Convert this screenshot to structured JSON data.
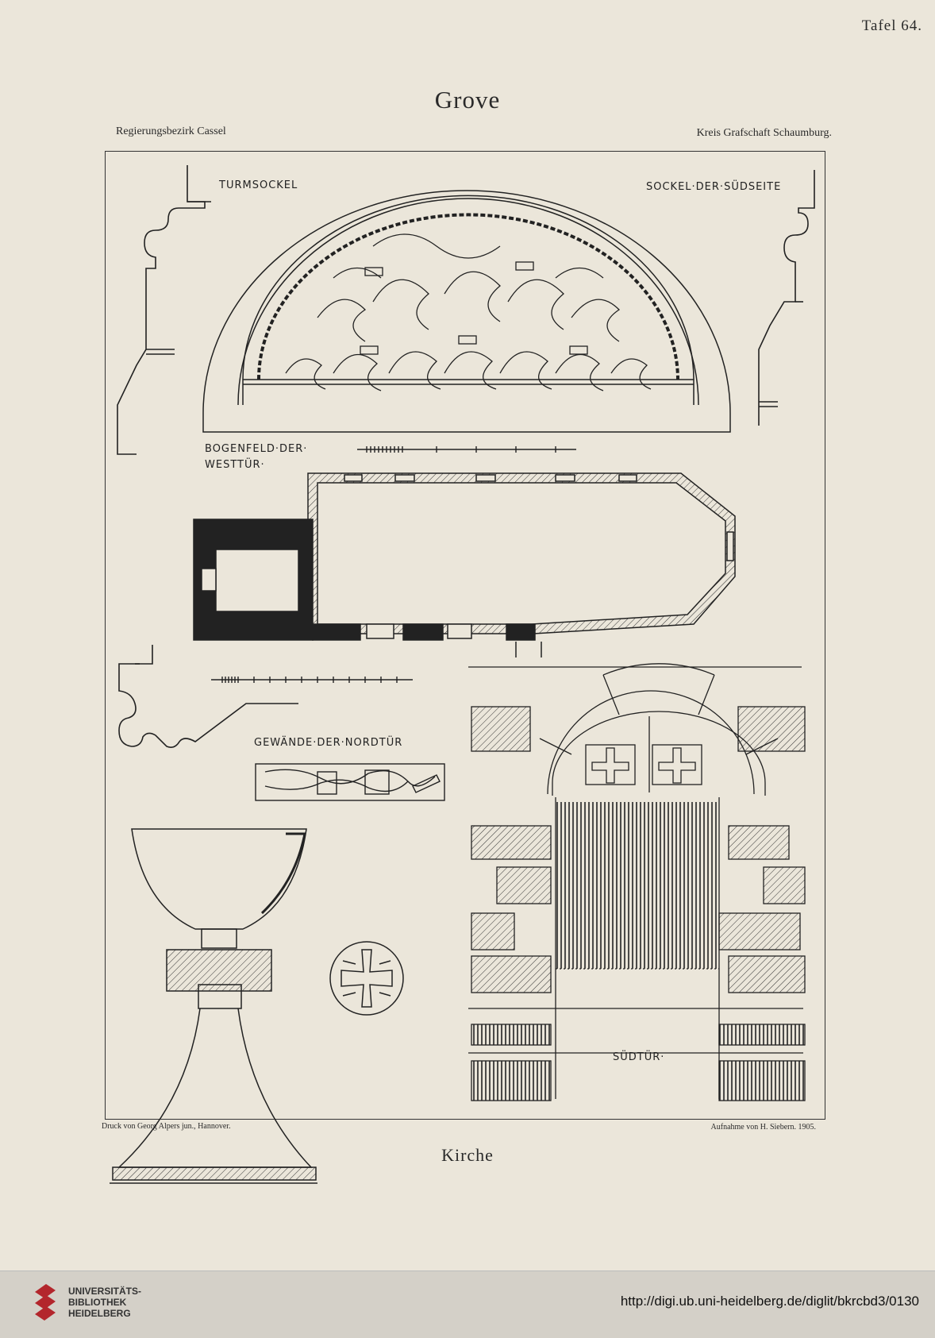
{
  "plate": {
    "number": "Tafel 64.",
    "place": "Grove",
    "district_left": "Regierungsbezirk Cassel",
    "district_right": "Kreis Grafschaft Schaumburg.",
    "caption": "Kirche",
    "printer": "Druck von Georg Alpers jun., Hannover.",
    "survey": "Aufnahme von H. Siebern.  1905."
  },
  "labels": {
    "tower_base": "TURMSOCKEL",
    "south_base": "SOCKEL·DER·SÜDSEITE",
    "tympanum_line1": "BOGENFELD·DER·",
    "tympanum_line2": "WESTTÜR·",
    "north_jamb": "GEWÄNDE·DER·NORDTÜR",
    "south_door": "SÜDTÜR·"
  },
  "footer": {
    "library_line1": "UNIVERSITÄTS-",
    "library_line2": "BIBLIOTHEK",
    "library_line3": "HEIDELBERG",
    "url": "http://digi.ub.uni-heidelberg.de/diglit/bkrcbd3/0130"
  },
  "colors": {
    "paper": "#ebe6da",
    "ink": "#2a2a2a",
    "logo_red": "#b3262c"
  }
}
